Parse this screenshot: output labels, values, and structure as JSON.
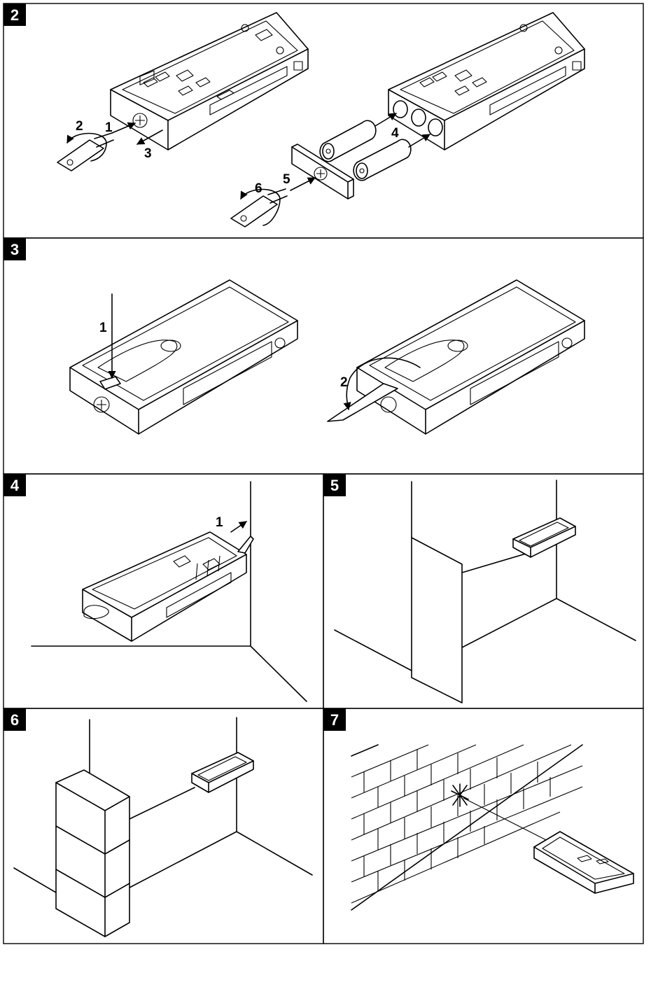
{
  "panels": [
    {
      "id": "2",
      "steps": [
        "2",
        "1",
        "3",
        "6",
        "5",
        "4"
      ]
    },
    {
      "id": "3",
      "steps": [
        "1",
        "2"
      ]
    },
    {
      "id": "4",
      "steps": [
        "1"
      ]
    },
    {
      "id": "5",
      "steps": []
    },
    {
      "id": "6",
      "steps": []
    },
    {
      "id": "7",
      "steps": []
    }
  ],
  "colors": {
    "ink": "#000000",
    "paper": "#ffffff"
  },
  "icons": [
    "laser-meter-icon",
    "battery-icon",
    "battery-cover-icon",
    "key-icon",
    "rotate-arrow-icon",
    "push-arrow-icon",
    "wall-icon",
    "brick-wall-icon",
    "box-stack-icon",
    "laser-spot-icon"
  ]
}
